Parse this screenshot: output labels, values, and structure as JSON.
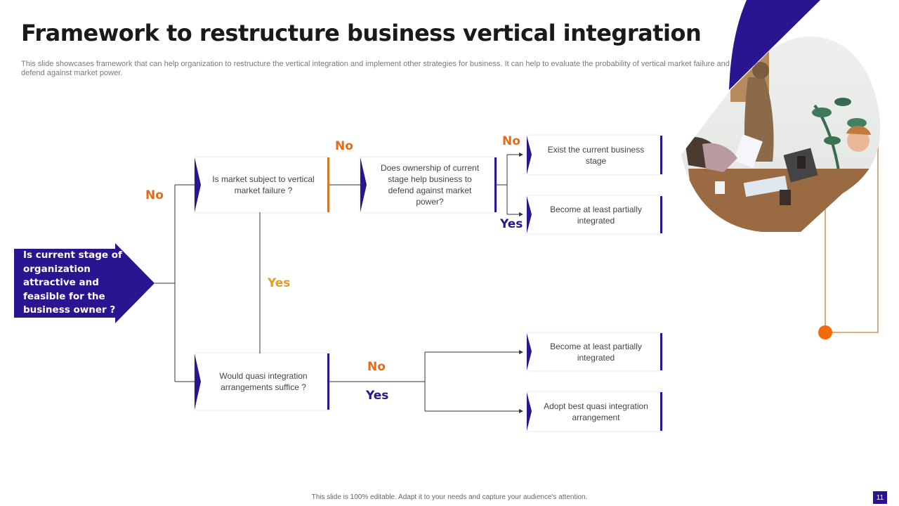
{
  "header": {
    "title": "Framework to restructure business vertical integration",
    "subtitle": "This slide showcases framework that can help organization to restructure the vertical integration and implement other strategies for business. It can help to evaluate the probability of vertical market failure and analyze the business strength to defend against market power."
  },
  "colors": {
    "primary": "#2a1490",
    "accent_orange": "#e86a14",
    "accent_gold": "#c87d36",
    "text": "#444444"
  },
  "flow": {
    "start": "Is current stage of organization attractive and feasible for the business owner ?",
    "q1": "Is market subject to vertical market failure ?",
    "q2": "Does ownership of current stage help business to defend against market power?",
    "q3": "Would quasi integration arrangements suffice ?",
    "out1": "Exist the current business stage",
    "out2": "Become at least partially integrated",
    "out3": "Become at least partially integrated",
    "out4": "Adopt best quasi integration arrangement",
    "labels": {
      "no_start": "No",
      "no_q1": "No",
      "yes_q1": "Yes",
      "no_q2": "No",
      "yes_q2": "Yes",
      "no_q3": "No",
      "yes_q3": "Yes"
    }
  },
  "photo": {
    "icon": "team-meeting-photo",
    "description": "Team meeting around a table"
  },
  "footer": {
    "note": "This slide is 100% editable. Adapt it to your needs and capture your audience's attention.",
    "page": "11"
  }
}
